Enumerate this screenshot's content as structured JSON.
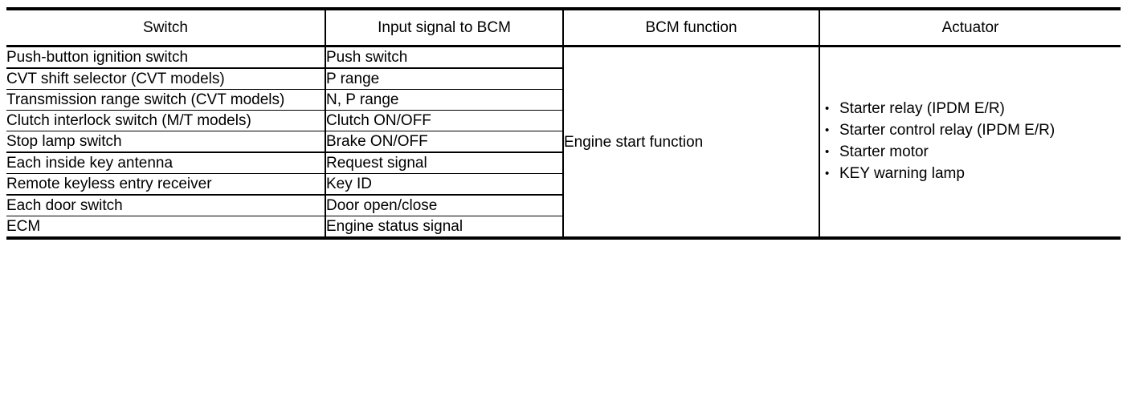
{
  "table": {
    "headers": [
      "Switch",
      "Input signal to BCM",
      "BCM function",
      "Actuator"
    ],
    "rows": [
      {
        "switch": "Push-button ignition switch",
        "input": "Push switch"
      },
      {
        "switch": "CVT shift selector (CVT models)",
        "input": "P range"
      },
      {
        "switch": "Transmission range switch (CVT models)",
        "input": "N, P range"
      },
      {
        "switch": "Clutch interlock switch (M/T models)",
        "input": "Clutch ON/OFF"
      },
      {
        "switch": "Stop lamp switch",
        "input": "Brake ON/OFF"
      },
      {
        "switch": "Each inside key antenna",
        "input": "Request signal"
      },
      {
        "switch": "Remote keyless entry receiver",
        "input": "Key ID"
      },
      {
        "switch": "Each door switch",
        "input": "Door open/close"
      },
      {
        "switch": "ECM",
        "input": "Engine status signal"
      }
    ],
    "bcm_function": "Engine start function",
    "actuator_items": [
      "Starter relay (IPDM E/R)",
      "Starter control relay (IPDM E/R)",
      "Starter motor",
      "KEY warning lamp"
    ],
    "bullet_glyph": "•",
    "colors": {
      "rule": "#000000",
      "text": "#000000",
      "background": "#ffffff"
    }
  }
}
